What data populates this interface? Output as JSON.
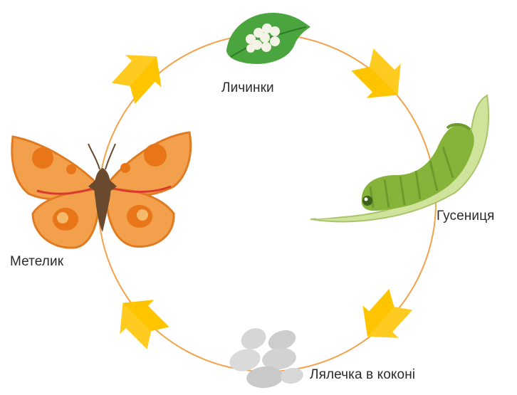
{
  "stages": {
    "eggs": {
      "label": "Личинки",
      "icon": "eggs-on-leaf-icon"
    },
    "caterpillar": {
      "label": "Гусениця",
      "icon": "caterpillar-on-leaf-icon"
    },
    "pupa": {
      "label": "Лялечка в коконі",
      "icon": "cocoon-icon"
    },
    "butterfly": {
      "label": "Метелик",
      "icon": "butterfly-icon"
    }
  },
  "cycle_order": [
    "eggs",
    "caterpillar",
    "pupa",
    "butterfly"
  ],
  "colors": {
    "cycle_ring": "#f3a24a",
    "arrow_fill": "#ffc400",
    "arrow_shadow": "#f6a800",
    "leaf_green": "#4aa53e",
    "caterpillar_green": "#86b43a",
    "butterfly_orange": "#f2a04c",
    "butterfly_spots": "#e87619",
    "butterfly_body": "#6a4a2e",
    "cocoon_gray": "#d2d2d2"
  }
}
